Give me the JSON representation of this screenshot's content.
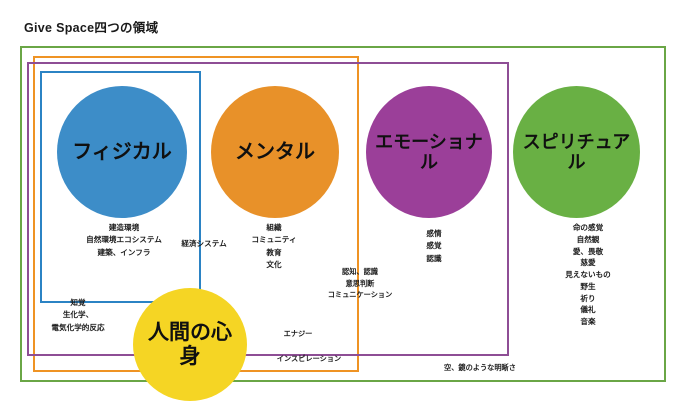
{
  "title": "Give Space四つの領域",
  "frames": [
    {
      "name": "spiritual-frame",
      "color": "#6aa646"
    },
    {
      "name": "mental-frame",
      "color": "#ef9324"
    },
    {
      "name": "emotional-frame",
      "color": "#8e4e95"
    },
    {
      "name": "physical-frame",
      "color": "#2b83c4"
    }
  ],
  "circles": {
    "physical": {
      "label": "フィジカル",
      "color": "#3d8dc8"
    },
    "mental": {
      "label": "メンタル",
      "color": "#e89129"
    },
    "emotional": {
      "label": "エモーショナル",
      "color": "#9b3f99"
    },
    "spiritual": {
      "label": "スピリチュアル",
      "color": "#69b044"
    },
    "human": {
      "label": "人間の心身",
      "color": "#f5d524"
    }
  },
  "notes": {
    "physical": "建造環境\n自然環境エコシステム\n建築、インフラ",
    "economic": "経済システム",
    "mental": "組織\nコミュニティ\n教育\n文化",
    "cognition": "認知、認識\n意思判断\nコミュニケーション",
    "emotional": "感情\n感覚\n認識",
    "spiritual": "命の感覚\n自然観\n愛、畏敬\n慈愛\n見えないもの\n野生\n祈り\n儀礼\n音楽",
    "perception": "知覚\n生化学、\n電気化学的反応",
    "energy": "エナジー",
    "inspiration": "インスピレーション",
    "clarity": "空、鏡のような明晰さ"
  }
}
